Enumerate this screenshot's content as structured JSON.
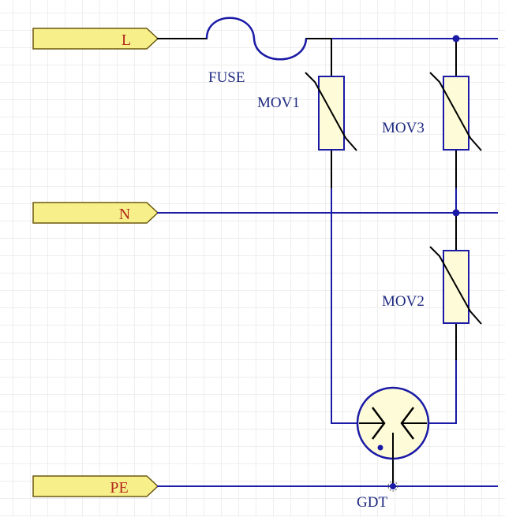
{
  "ports": [
    {
      "id": "L",
      "label": "L"
    },
    {
      "id": "N",
      "label": "N"
    },
    {
      "id": "PE",
      "label": "PE"
    }
  ],
  "components": {
    "fuse": "FUSE",
    "mov1": "MOV1",
    "mov2": "MOV2",
    "mov3": "MOV3",
    "gdt": "GDT"
  },
  "colors": {
    "wire": "#1a1aa6",
    "pin": "#000000",
    "port_fill": "#f7ef8a",
    "port_stroke": "#6b5a10",
    "port_text": "#b3261e",
    "component_fill": "#fefcd8",
    "component_stroke": "#1a1aa6",
    "designator": "#1f2a80",
    "grid": "#eeeeee"
  }
}
